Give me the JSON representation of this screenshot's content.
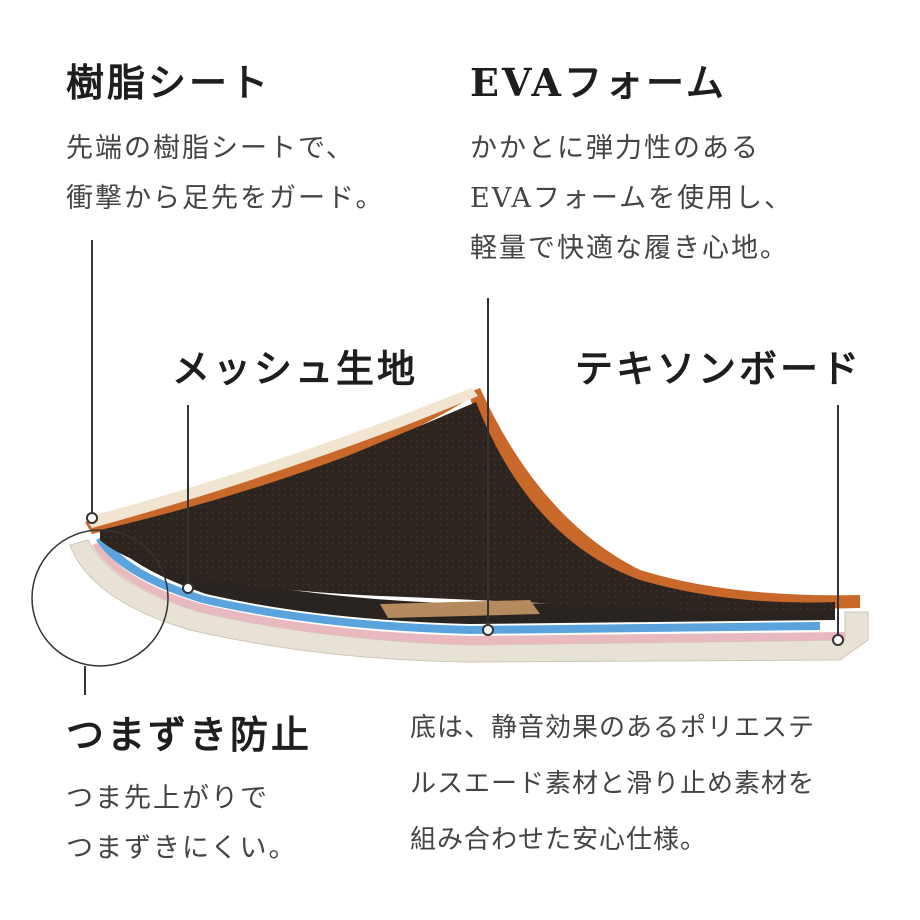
{
  "features": {
    "resin_sheet": {
      "title": "樹脂シート",
      "lines": [
        "先端の樹脂シートで、",
        "衝撃から足先をガード。"
      ]
    },
    "eva_foam": {
      "title": "EVAフォーム",
      "lines": [
        "かかとに弾力性のある",
        "EVAフォームを使用し、",
        "軽量で快適な履き心地。"
      ]
    },
    "mesh_fabric": {
      "title": "メッシュ生地"
    },
    "texon_board": {
      "title": "テキソンボード"
    },
    "anti_trip": {
      "title": "つまずき防止",
      "lines": [
        "つま先上がりで",
        "つまずきにくい。"
      ]
    },
    "sole": {
      "lines": [
        "底は、静音効果のあるポリエステ",
        "ルスエード素材と滑り止め素材を",
        "組み合わせた安心仕様。"
      ]
    }
  },
  "colors": {
    "leather": "#c8682a",
    "lining": "#2c221d",
    "eva_blue": "#5aa3dc",
    "sole": "#e8e2d6",
    "pink_layer": "#e9b9c0",
    "leader_line": "#333333"
  }
}
